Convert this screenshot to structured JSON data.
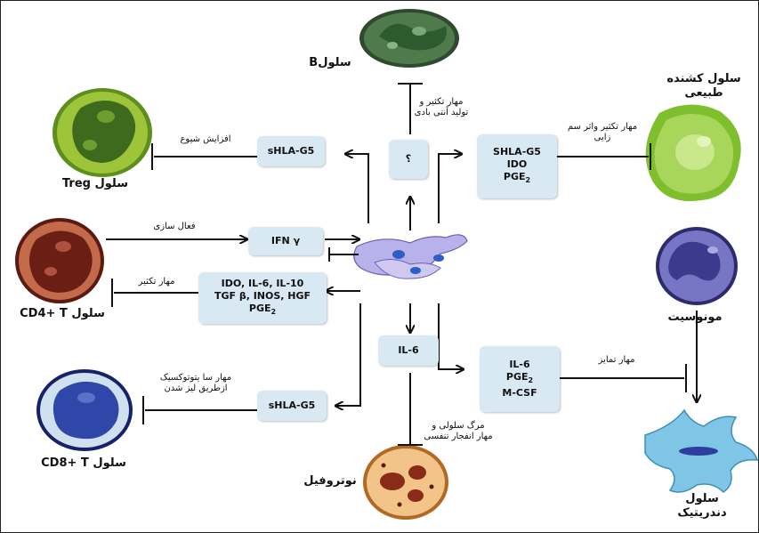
{
  "boxes": {
    "question": "؟",
    "shla_g5_top": "sHLA-G5",
    "shla_right": [
      "SHLA-G5",
      "IDO",
      "PGE"
    ],
    "ifn": "IFN γ",
    "mediators": [
      "IDO, IL-6, IL-10",
      "TGF β, INOS, HGF",
      "PGE"
    ],
    "il6": "IL-6",
    "il6_pge_mcsf": [
      "IL-6",
      "PGE",
      "M-CSF"
    ],
    "shla_g5_bottom": "sHLA-G5"
  },
  "subscript": "2",
  "labels": {
    "b_inhibit": [
      "مهار تکثیر و",
      "تولید آنتی بادی"
    ],
    "treg_increase": "افزایش شیوع",
    "activation": "فعال سازی",
    "cd4_inhibit": "مهار تکثیر",
    "nk_inhibit": [
      "مهار تکثیر واثر سم",
      "زایی"
    ],
    "cd8_inhibit": [
      "مهار سا یتوتوکسیک",
      "ازطریق لیز شدن"
    ],
    "neutro_effect": [
      "مرگ سلولی و",
      "مهار انفجار تنفسی"
    ],
    "mono_inhibit": "مهار تمایز"
  },
  "cells": {
    "b": "سلولB",
    "nk": [
      "سلول کشنده",
      "طبیعی"
    ],
    "treg": "سلول Treg",
    "cd4": "سلول CD4+ T",
    "monocyte": "مونوسیت",
    "cd8": "سلول CD8+ T",
    "neutrophil": "نوتروفیل",
    "dendritic": [
      "سلول",
      "دندریتیک"
    ]
  },
  "colors": {
    "box_fill": "#d8e9f4",
    "b_cell": "#4e7a4c",
    "nk_cell": "#a8d65a",
    "treg_cell": "#9ec53a",
    "cd4_cell": "#9b3b2a",
    "monocyte": "#5b5aa8",
    "cd8_cell": "#2f47a8",
    "neutrophil": "#e8a35a",
    "dendritic": "#7fc6e6",
    "msc": "#b9b2ea"
  }
}
